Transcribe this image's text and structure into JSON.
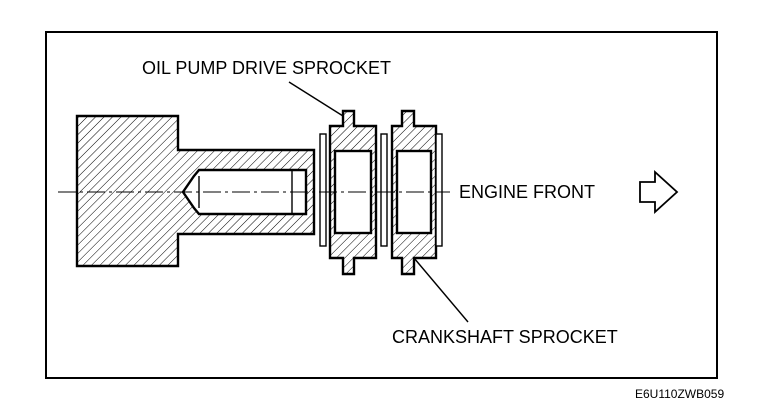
{
  "labels": {
    "oil_pump_drive_sprocket": "OIL PUMP DRIVE SPROCKET",
    "engine_front": "ENGINE FRONT",
    "crankshaft_sprocket": "CRANKSHAFT SPROCKET",
    "figure_code": "E6U110ZWB059"
  },
  "icons": {
    "direction_arrow": "right-arrow-outline-icon"
  }
}
